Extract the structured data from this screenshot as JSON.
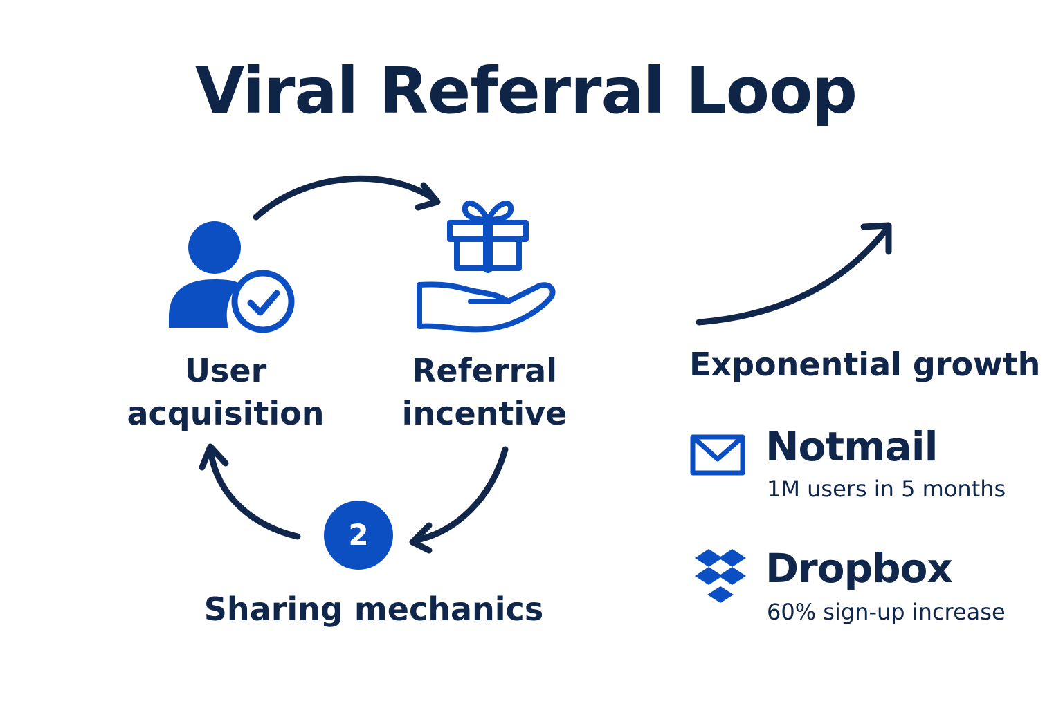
{
  "title": "Viral Referral Loop",
  "steps": [
    {
      "line1": "User",
      "line2": "acquisition",
      "icon": "user-check-icon"
    },
    {
      "line1": "Referral",
      "line2": "incentive",
      "icon": "gift-hand-icon"
    },
    {
      "label": "Sharing mechanics",
      "number": "2"
    }
  ],
  "growth": {
    "label": "Exponential growth",
    "icon": "growth-arrow-icon"
  },
  "examples": [
    {
      "name": "Notmail",
      "stat": "1M users in 5 months",
      "icon": "envelope-icon"
    },
    {
      "name": "Dropbox",
      "stat": "60% sign-up increase",
      "icon": "dropbox-logo-icon"
    }
  ],
  "colors": {
    "navy": "#10264a",
    "blue": "#0b4fc2"
  }
}
